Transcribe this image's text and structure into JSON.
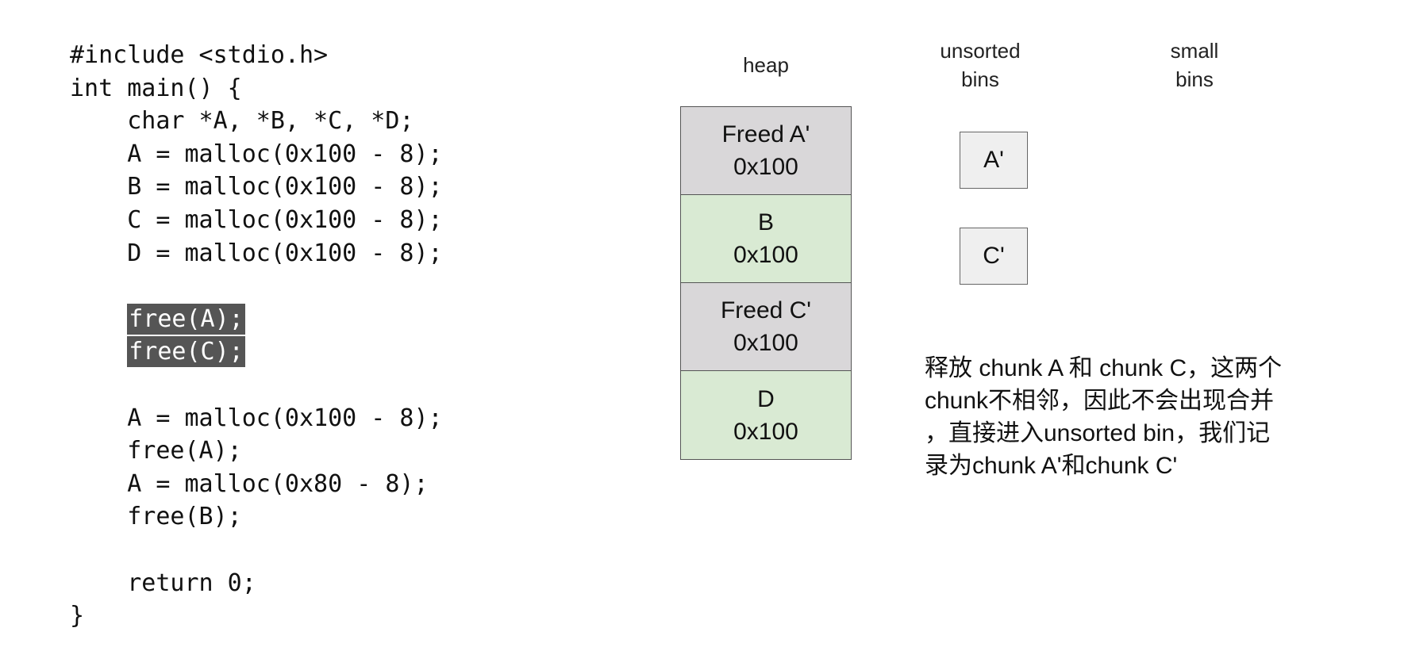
{
  "code": {
    "lines": [
      "#include <stdio.h>",
      "int main() {",
      "    char *A, *B, *C, *D;",
      "    A = malloc(0x100 - 8);",
      "    B = malloc(0x100 - 8);",
      "    C = malloc(0x100 - 8);",
      "    D = malloc(0x100 - 8);",
      "",
      "    free(A);",
      "    free(C);",
      "",
      "    A = malloc(0x100 - 8);",
      "    free(A);",
      "    A = malloc(0x80 - 8);",
      "    free(B);",
      "",
      "    return 0;",
      "}"
    ],
    "highlighted": [
      "free(A);",
      "free(C);"
    ]
  },
  "labels": {
    "heap": "heap",
    "unsorted_bins": "unsorted\nbins",
    "small_bins": "small\nbins"
  },
  "heap_blocks": [
    {
      "name": "Freed A'",
      "size": "0x100",
      "state": "freed"
    },
    {
      "name": "B",
      "size": "0x100",
      "state": "used"
    },
    {
      "name": "Freed C'",
      "size": "0x100",
      "state": "freed"
    },
    {
      "name": "D",
      "size": "0x100",
      "state": "used"
    }
  ],
  "unsorted_bins": [
    "A'",
    "C'"
  ],
  "small_bins": [],
  "description": "释放 chunk A 和 chunk C，这两个\nchunk不相邻，因此不会出现合并\n，直接进入unsorted bin，我们记\n录为chunk A'和chunk C'",
  "colors": {
    "freed": "#d9d7d9",
    "used": "#d9ead3",
    "bin": "#efefef",
    "highlight": "#555555"
  }
}
